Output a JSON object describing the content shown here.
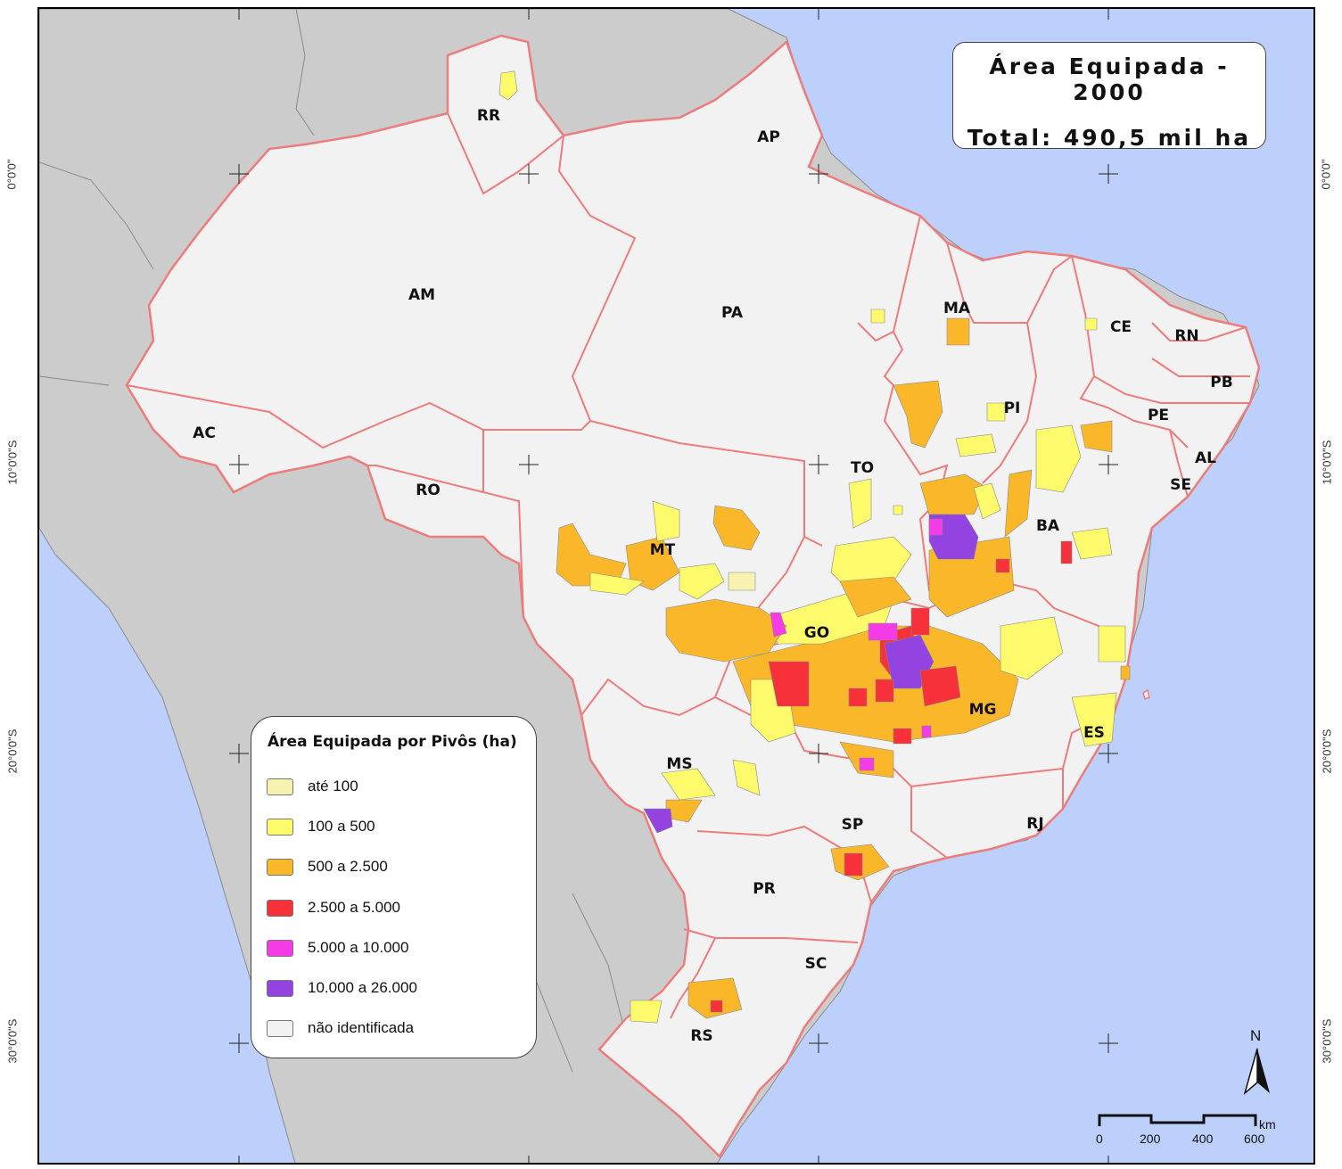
{
  "title": {
    "line1": "Área Equipada - 2000",
    "line2": "Total: 490,5 mil ha"
  },
  "latitude_labels": [
    "0°0'0\"",
    "10°0'0\"S",
    "20°0'0\"S",
    "30°0'0\"S"
  ],
  "states": [
    "RR",
    "AP",
    "AM",
    "PA",
    "MA",
    "CE",
    "RN",
    "PB",
    "PI",
    "PE",
    "AL",
    "SE",
    "AC",
    "RO",
    "TO",
    "MT",
    "BA",
    "GO",
    "MG",
    "ES",
    "MS",
    "SP",
    "RJ",
    "PR",
    "SC",
    "RS"
  ],
  "legend": {
    "title": "Área Equipada por Pivôs (ha)",
    "items": [
      {
        "label": "até 100",
        "color": "#f7f2b0"
      },
      {
        "label": "100 a 500",
        "color": "#fdfb6b"
      },
      {
        "label": "500 a 2.500",
        "color": "#fbb72a"
      },
      {
        "label": "2.500 a 5.000",
        "color": "#f7313a"
      },
      {
        "label": "5.000 a 10.000",
        "color": "#f43ce6"
      },
      {
        "label": "10.000 a 26.000",
        "color": "#9243e0"
      },
      {
        "label": "não identificada",
        "color": "#f2f2f2"
      }
    ]
  },
  "north_label": "N",
  "scale": {
    "ticks": [
      "0",
      "200",
      "400",
      "600"
    ],
    "unit": "km"
  },
  "colors": {
    "ocean": "#bcd0fb",
    "neighbor_land": "#cccccc",
    "land": "#f2f2f2",
    "state_border": "#ef7b7b"
  }
}
